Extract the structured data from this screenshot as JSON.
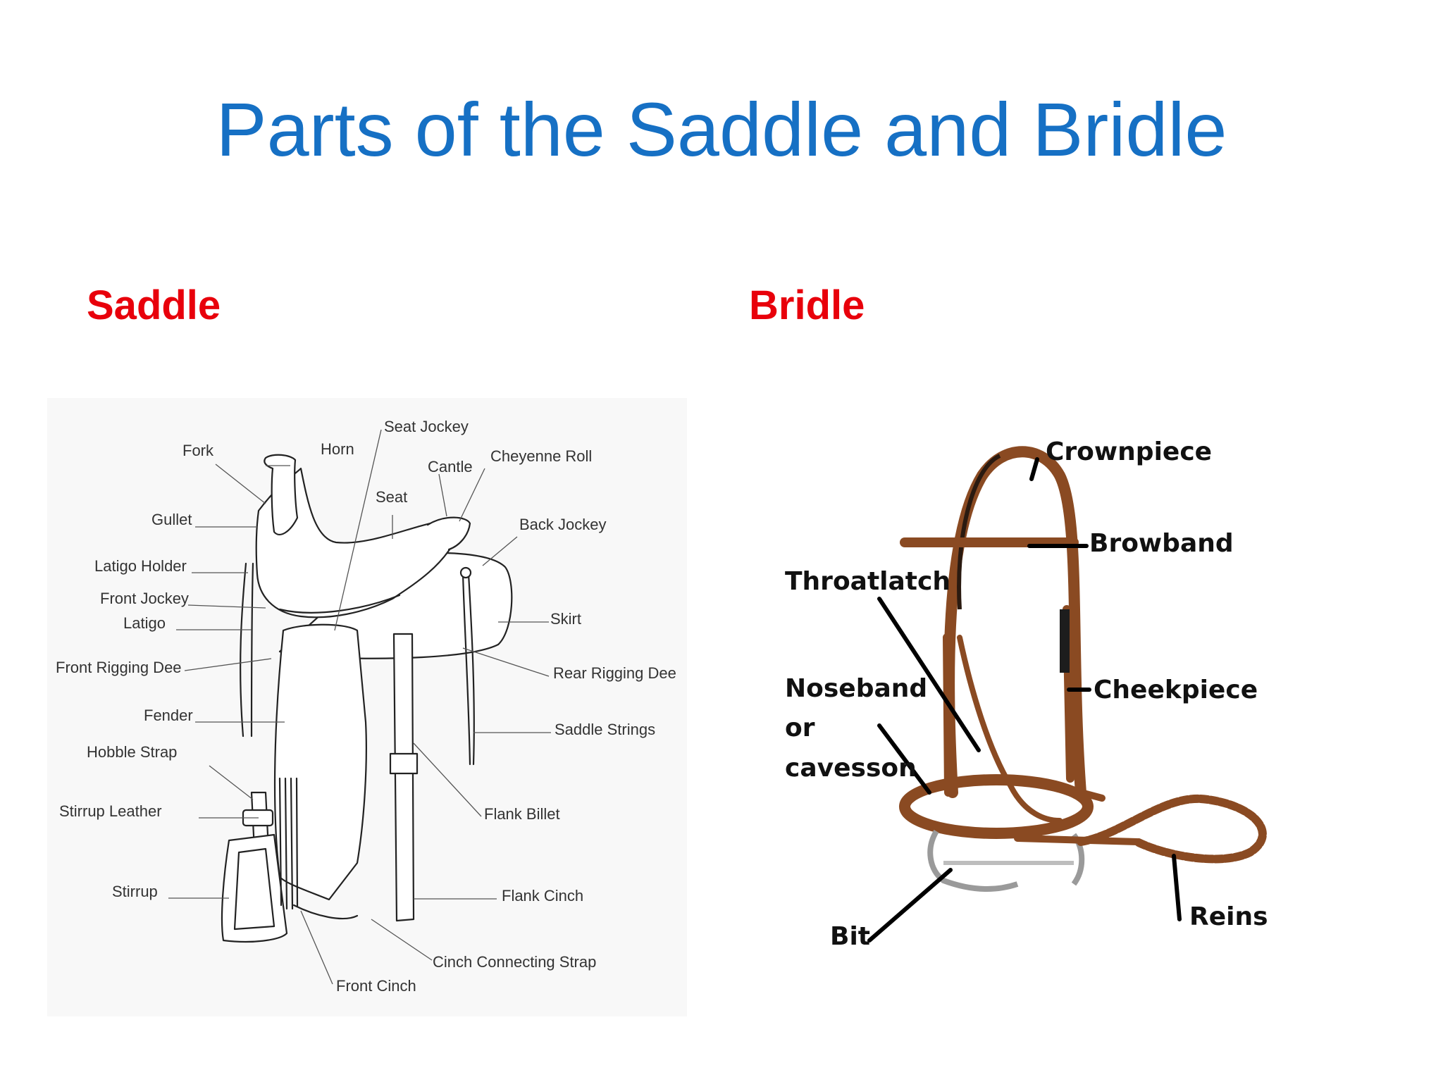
{
  "title": "Parts of the Saddle and Bridle",
  "saddle": {
    "heading": "Saddle",
    "labels": {
      "fork": "Fork",
      "horn": "Horn",
      "seat_jockey": "Seat Jockey",
      "cantle": "Cantle",
      "cheyenne_roll": "Cheyenne Roll",
      "gullet": "Gullet",
      "seat": "Seat",
      "back_jockey": "Back Jockey",
      "latigo_holder": "Latigo Holder",
      "front_jockey": "Front Jockey",
      "latigo": "Latigo",
      "skirt": "Skirt",
      "front_rigging_dee": "Front Rigging Dee",
      "rear_rigging_dee": "Rear Rigging Dee",
      "fender": "Fender",
      "saddle_strings": "Saddle Strings",
      "hobble_strap": "Hobble Strap",
      "stirrup_leather": "Stirrup Leather",
      "flank_billet": "Flank Billet",
      "stirrup": "Stirrup",
      "flank_cinch": "Flank Cinch",
      "cinch_connecting_strap": "Cinch Connecting Strap",
      "front_cinch": "Front Cinch"
    }
  },
  "bridle": {
    "heading": "Bridle",
    "labels": {
      "crownpiece": "Crownpiece",
      "browband": "Browband",
      "throatlatch": "Throatlatch",
      "noseband_line1": "Noseband",
      "noseband_line2": "or",
      "noseband_line3": "cavesson",
      "cheekpiece": "Cheekpiece",
      "bit": "Bit",
      "reins": "Reins"
    }
  },
  "colors": {
    "title": "#1670c4",
    "heading": "#e8000b",
    "leather": "#8a4a22"
  }
}
